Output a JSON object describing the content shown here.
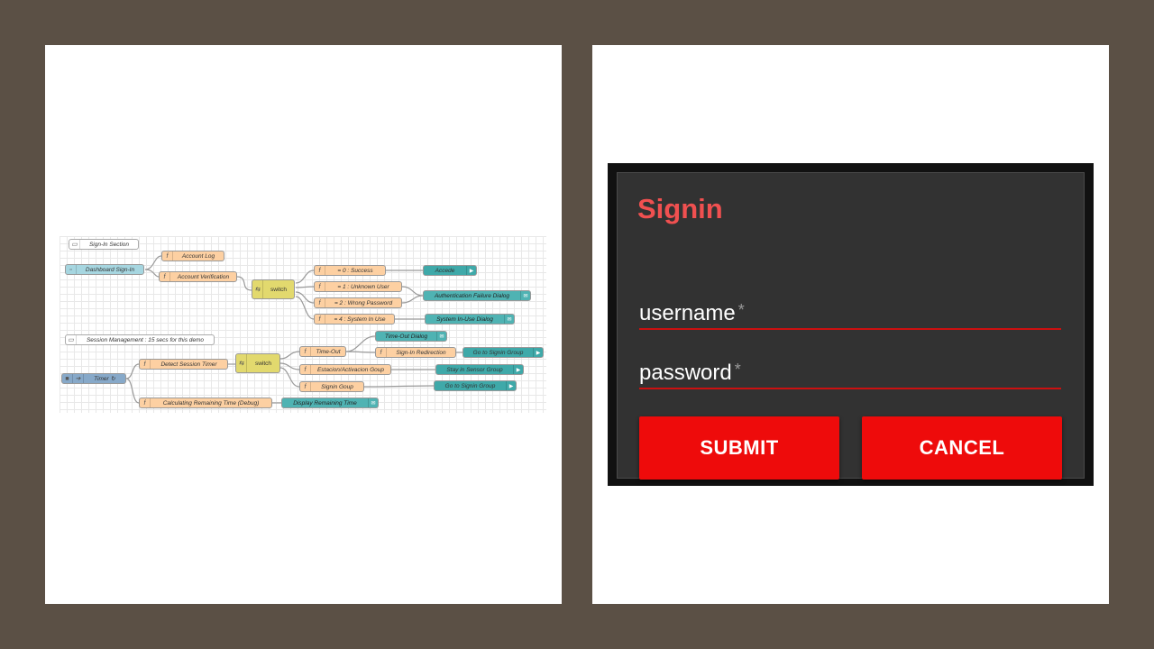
{
  "flow": {
    "comments": [
      "Sign-In Section",
      "Session Management : 15 secs for this demo"
    ],
    "nodes": {
      "dashboard_signin": "Dashboard Sign-In",
      "account_log": "Account Log",
      "account_verification": "Account Verification",
      "switch1": "switch",
      "success": "= 0 : Success",
      "unknown_user": "= 1 : Unknown User",
      "wrong_password": "= 2 : Wrong Password",
      "system_in_use": "= 4 : System In Use",
      "accede": "Accede",
      "auth_failure": "Authentication Failure Dialog",
      "system_in_use_dialog": "System In-Use Dialog",
      "timer": "Timer ↻",
      "detect_session_timer": "Detect Session Timer",
      "switch2": "switch",
      "time_out": "Time-Out",
      "time_out_dialog": "Time-Out Dialog",
      "signin_redirection": "Sign-In Redirection",
      "go_to_signin_group_1": "Go to Signin Group",
      "estacion": "Estacion/Activacion Goup",
      "stay_sensor": "Stay in Sensor Group",
      "signin_goup": "Signin Goup",
      "go_to_signin_group_2": "Go to Signin Group",
      "calc_remaining": "Calculating Remaining Time (Debug)",
      "display_remaining": "Display Remaining Time"
    },
    "icons": {
      "function": "f",
      "switch": "⇆",
      "dialog": "✉"
    }
  },
  "signin": {
    "title": "Signin",
    "username_label": "username",
    "password_label": "password",
    "required_mark": "*",
    "submit_label": "SUBMIT",
    "cancel_label": "CANCEL"
  },
  "colors": {
    "background": "#5b5045",
    "accent_red": "#ee0b0b",
    "title_red": "#f05050",
    "dialog_bg": "#323232"
  }
}
